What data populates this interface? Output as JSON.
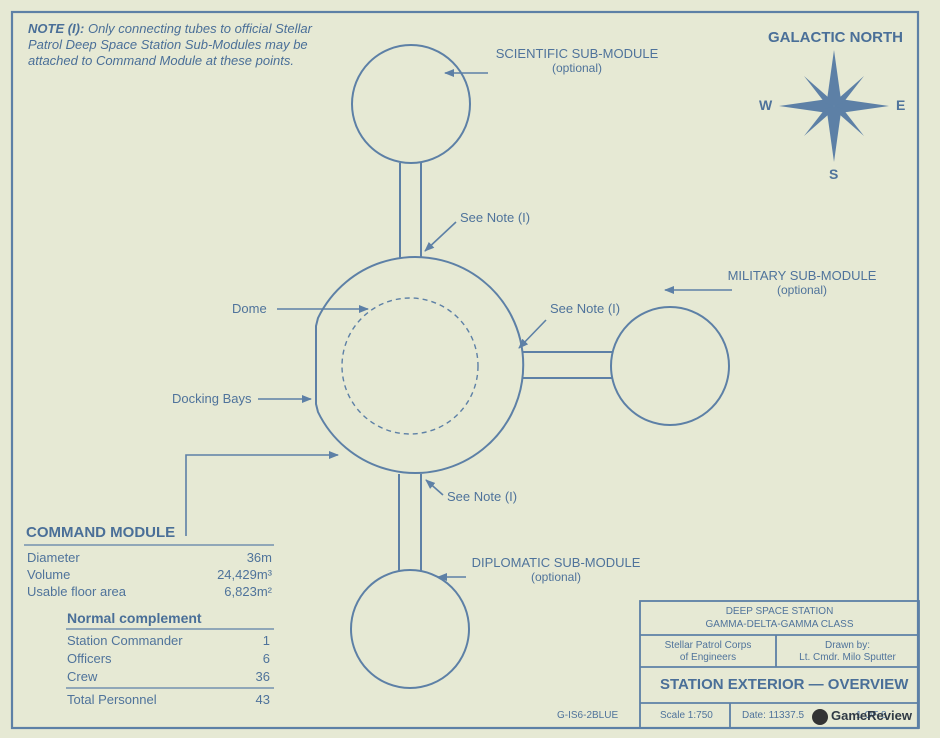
{
  "note": {
    "label": "NOTE (I):",
    "text": "Only connecting tubes to official Stellar Patrol Deep Space Station Sub-Modules may be attached to Command Module at these points."
  },
  "compass": {
    "title": "GALACTIC NORTH",
    "w": "W",
    "e": "E",
    "s": "S"
  },
  "modules": {
    "scientific": {
      "name": "SCIENTIFIC SUB-MODULE",
      "sub": "(optional)"
    },
    "military": {
      "name": "MILITARY SUB-MODULE",
      "sub": "(optional)"
    },
    "diplomatic": {
      "name": "DIPLOMATIC SUB-MODULE",
      "sub": "(optional)"
    }
  },
  "callouts": {
    "see_note_top": "See Note (I)",
    "see_note_right": "See Note (I)",
    "see_note_bottom": "See Note (I)",
    "dome": "Dome",
    "docking_bays": "Docking Bays"
  },
  "command_module": {
    "title": "COMMAND MODULE",
    "specs": [
      {
        "label": "Diameter",
        "value": "36m"
      },
      {
        "label": "Volume",
        "value": "24,429m³"
      },
      {
        "label": "Usable floor area",
        "value": "6,823m²"
      }
    ],
    "complement_title": "Normal complement",
    "complement": [
      {
        "label": "Station Commander",
        "value": "1"
      },
      {
        "label": "Officers",
        "value": "6"
      },
      {
        "label": "Crew",
        "value": "36"
      }
    ],
    "total": {
      "label": "Total Personnel",
      "value": "43"
    }
  },
  "title_block": {
    "line1": "DEEP SPACE STATION",
    "line2": "GAMMA-DELTA-GAMMA CLASS",
    "org_line1": "Stellar Patrol Corps",
    "org_line2": "of Engineers",
    "drawn_line1": "Drawn by:",
    "drawn_line2": "Lt. Cmdr. Milo Sputter",
    "sheet_title": "STATION EXTERIOR — OVERVIEW",
    "scale": "Scale 1:750",
    "date": "Date: 11337.5",
    "sheet_no": "1 OF 8",
    "drawing_code": "G-IS6-2BLUE"
  },
  "watermark": "GameReview",
  "colors": {
    "ink": "#5d80a6",
    "paper": "#e6e9d4"
  }
}
